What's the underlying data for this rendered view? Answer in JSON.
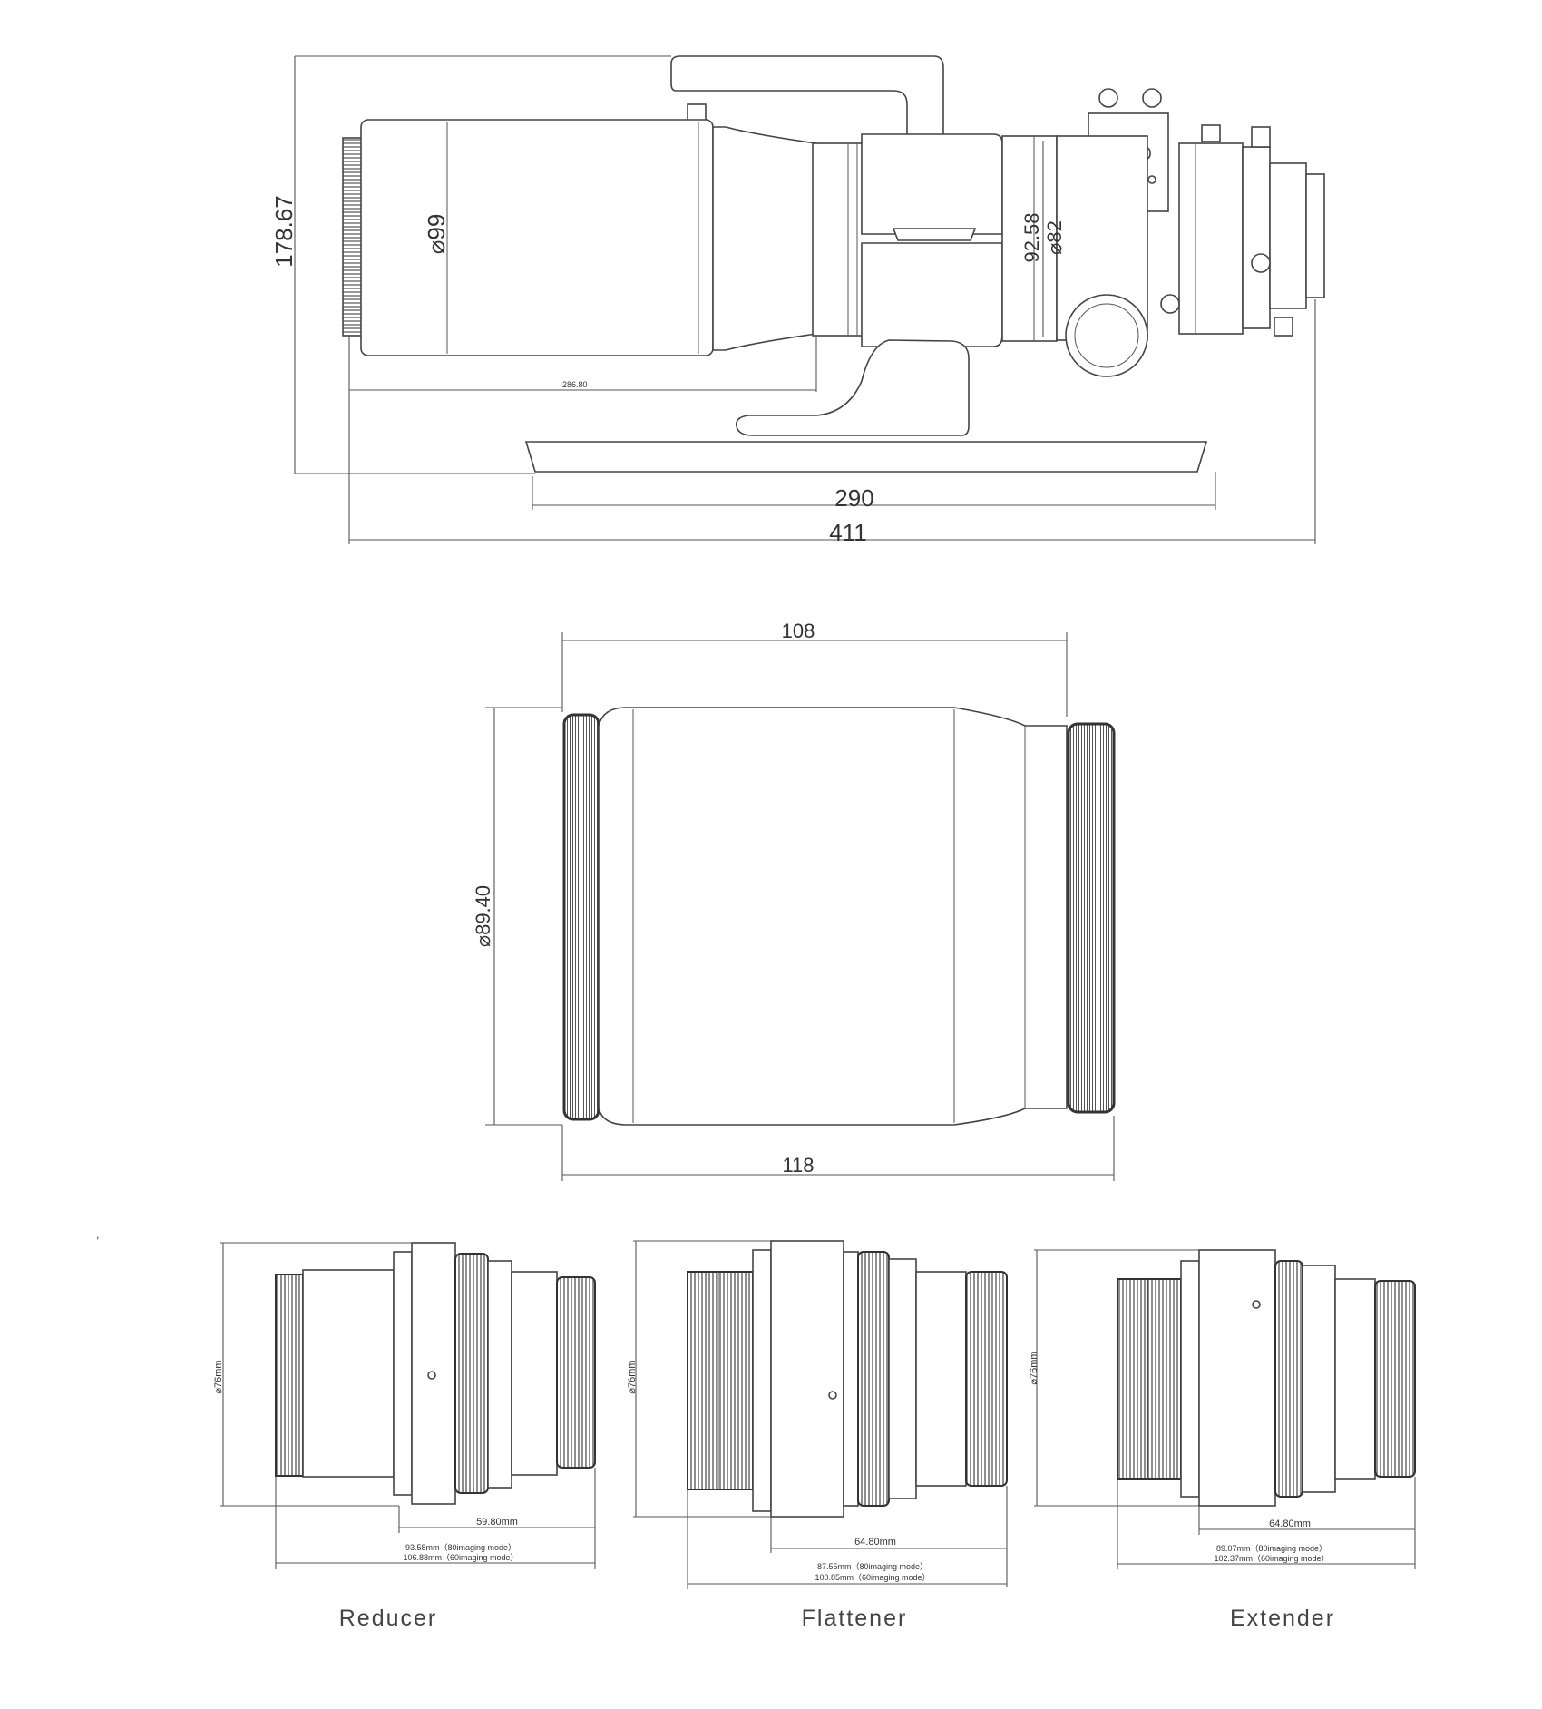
{
  "top_view": {
    "dim_height": "178.67",
    "dim_tube_diameter": "⌀99",
    "dim_focuser_1": "92.58",
    "dim_focuser_2": "⌀82",
    "dim_plate": "290",
    "dim_total": "411"
  },
  "middle_view": {
    "dim_top": "108",
    "dim_bottom": "118",
    "dim_diameter": "⌀89.40"
  },
  "accessories": [
    {
      "caption": "Reducer",
      "diameter": "⌀76mm",
      "dim_a": "59.80mm",
      "dim_b": "93.58mm（80imaging mode）",
      "dim_c": "106.88mm（60imaging mode）"
    },
    {
      "caption": "Flattener",
      "diameter": "⌀76mm",
      "dim_a": "64.80mm",
      "dim_b": "87.55mm（80imaging mode）",
      "dim_c": "100.85mm（60imaging mode）"
    },
    {
      "caption": "Extender",
      "diameter": "⌀76mm",
      "dim_a": "64.80mm",
      "dim_b": "89.07mm（80imaging mode）",
      "dim_c": "102.37mm（60imaging mode）"
    }
  ]
}
